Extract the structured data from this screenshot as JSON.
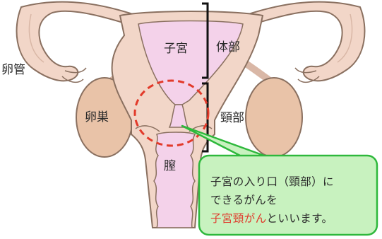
{
  "labels": {
    "fallopian_tube": "卵管",
    "uterus": "子宮",
    "ovary": "卵巣",
    "vagina": "膣",
    "body": "体部",
    "cervix": "頸部"
  },
  "callout": {
    "line1": "子宮の入り口（頸部）に",
    "line2": "できるがんを",
    "line3_highlight": "子宮頸がん",
    "line3_rest": "といいます。"
  },
  "colors": {
    "outer_tissue": "#f2d6c8",
    "inner_cavity": "#f4d2ea",
    "outline": "#8a7060",
    "ovary": "#e9c3a8",
    "circle": "#e23a2a",
    "callout_fill": "#c8f2bf",
    "callout_border": "#2eb83c",
    "highlight_text": "#e0392b"
  }
}
